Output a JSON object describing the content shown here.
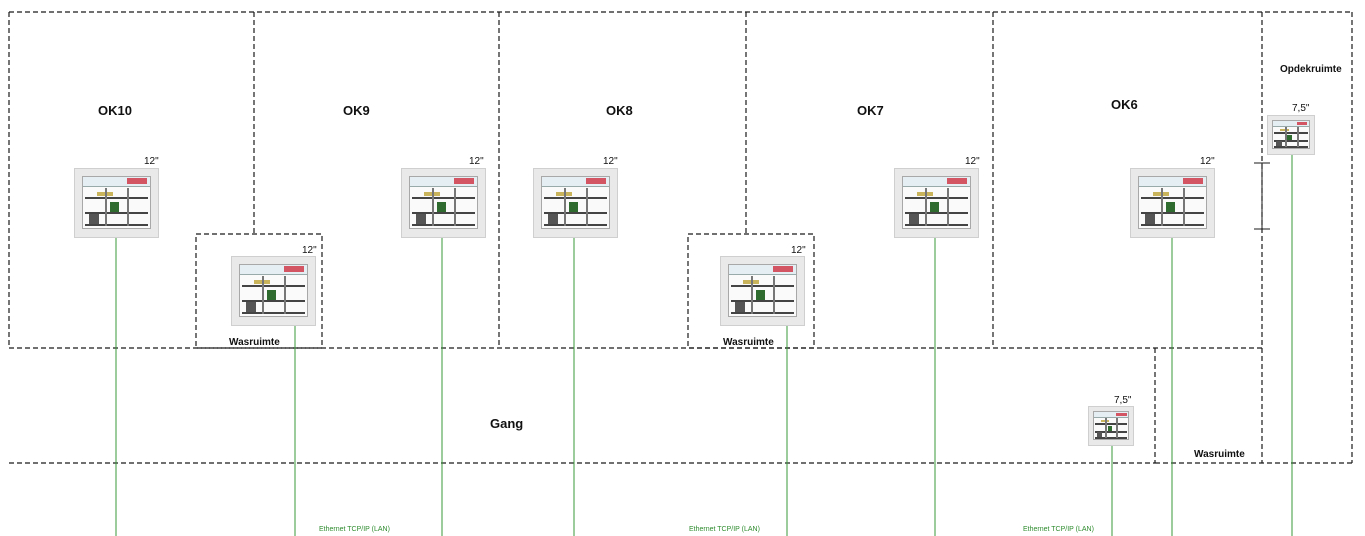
{
  "rooms": {
    "ok10": "OK10",
    "ok9": "OK9",
    "ok8": "OK8",
    "ok7": "OK7",
    "ok6": "OK6",
    "opdekruimte": "Opdekruimte",
    "wasruimte_1": "Wasruimte",
    "wasruimte_2": "Wasruimte",
    "wasruimte_3": "Wasruimte",
    "gang": "Gang"
  },
  "panels": [
    {
      "size": "12\""
    },
    {
      "size": "12\""
    },
    {
      "size": "12\""
    },
    {
      "size": "12\""
    },
    {
      "size": "12\""
    },
    {
      "size": "12\""
    },
    {
      "size": "12\""
    },
    {
      "size": "7,5\""
    },
    {
      "size": "7,5\""
    }
  ],
  "network": {
    "label_1": "Ethernet TCP/IP (LAN)",
    "label_2": "Ethernet TCP/IP (LAN)",
    "label_3": "Ethernet TCP/IP (LAN)"
  },
  "colors": {
    "wall_line": "#1a1a1a",
    "ethernet_line": "#3a9a3a",
    "ethernet_label": "#2e8b2e"
  }
}
